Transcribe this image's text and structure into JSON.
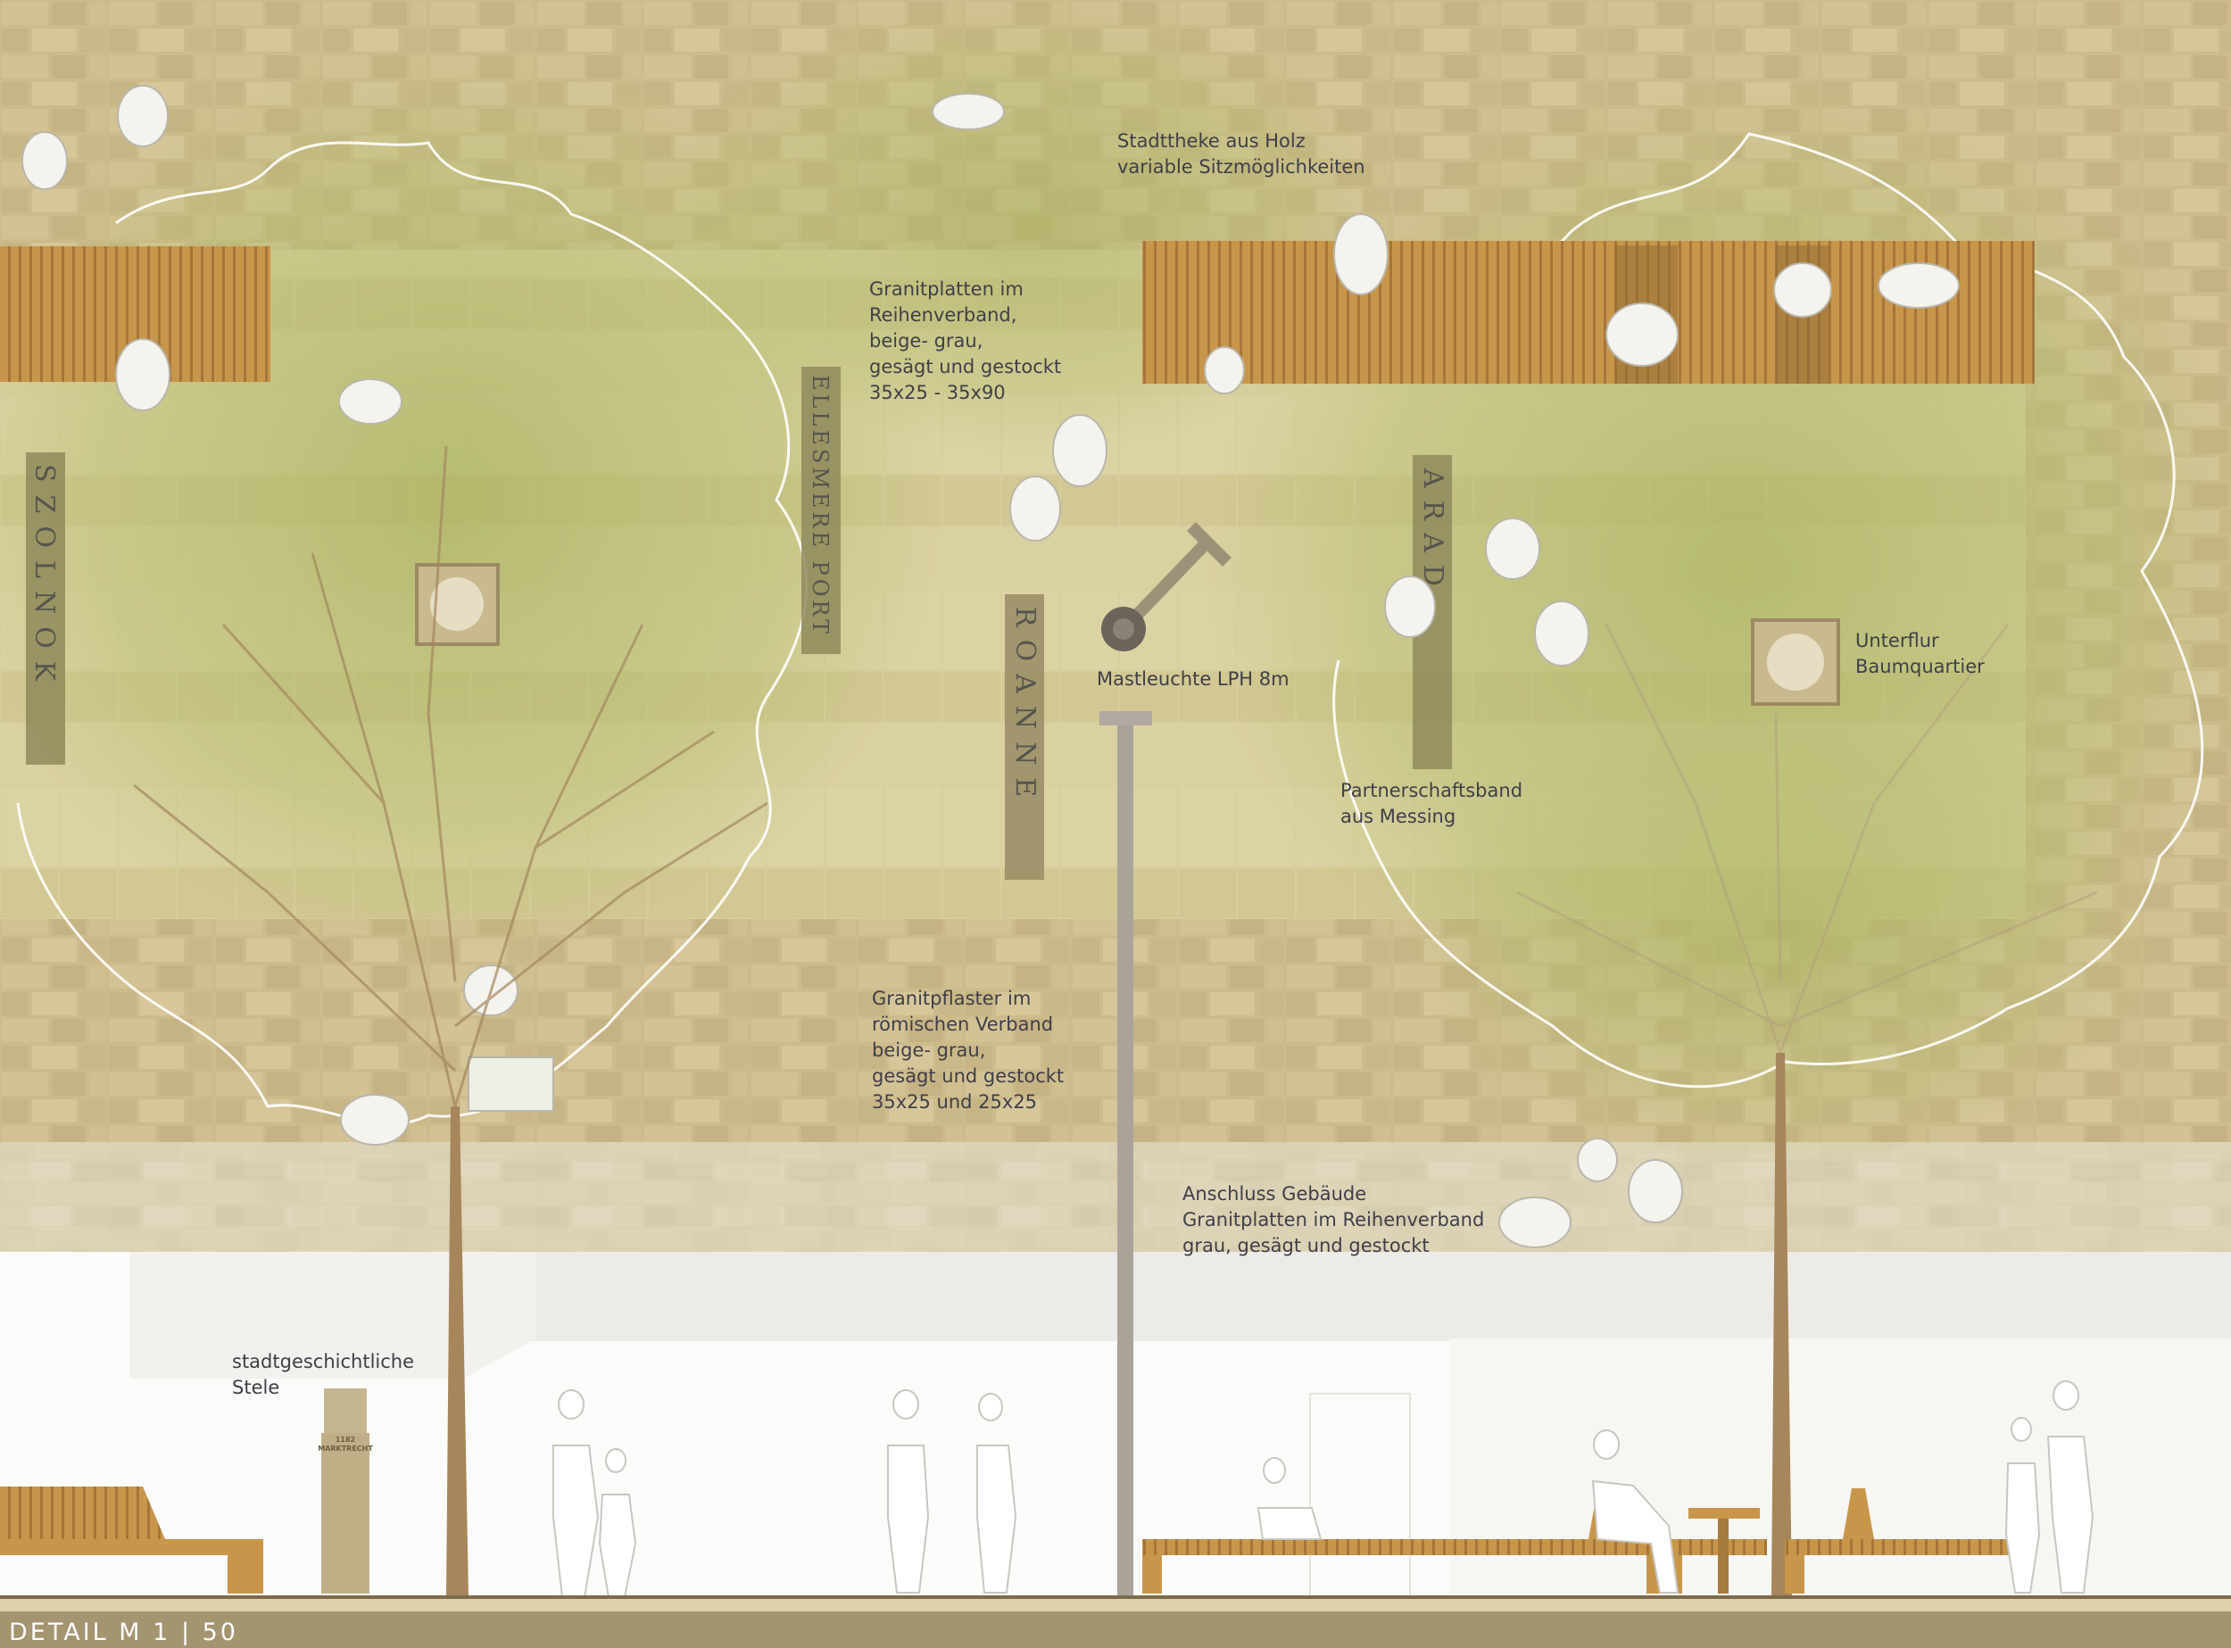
{
  "drawing": {
    "title": "DETAIL  M 1 | 50",
    "labels": {
      "stadttheke": [
        "Stadttheke aus Holz",
        "variable Sitzmöglichkeiten"
      ],
      "granitplatten": [
        "Granitplatten im",
        "Reihenverband,",
        "beige- grau,",
        "gesägt und gestockt",
        "35x25 - 35x90"
      ],
      "mastleuchte": "Mastleuchte LPH 8m",
      "baumquartier": [
        "Unterflur",
        "Baumquartier"
      ],
      "partnerschaftsband": [
        "Partnerschaftsband",
        "aus Messing"
      ],
      "granitpflaster": [
        "Granitpflaster im",
        "römischen Verband",
        "beige- grau,",
        "gesägt und gestockt",
        "35x25 und 25x25"
      ],
      "anschluss": [
        "Anschluss Gebäude",
        "Granitplatten im Reihenverband",
        "grau, gesägt und gestockt"
      ],
      "stele": [
        "stadtgeschichtliche",
        "Stele"
      ]
    },
    "partner_bands": [
      "SZOLNOK",
      "ELLESMERE PORT",
      "ROANNE",
      "ARAD"
    ],
    "stele_inscription": [
      "1182",
      "MARKTRECHT"
    ],
    "colors": {
      "cobble": "#cdbb8c",
      "plates": "#d9cf9c",
      "foliage": "#b4bd6e",
      "wood": "#c8964a",
      "band": "#8f8a5c",
      "text": "#3f3f48",
      "footer": "#a39570"
    }
  }
}
